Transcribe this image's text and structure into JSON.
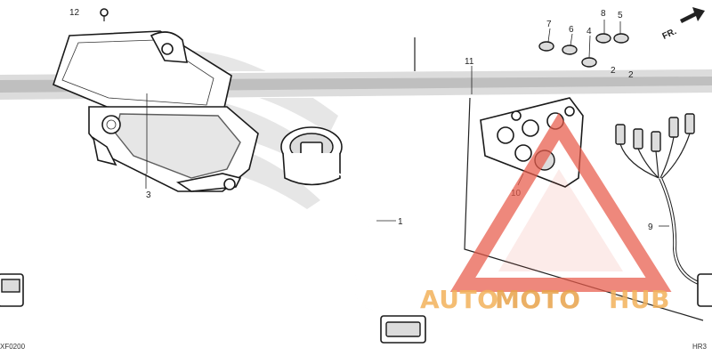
{
  "callouts": {
    "c1": "1",
    "c2a": "2",
    "c2b": "2",
    "c3": "3",
    "c4": "4",
    "c5": "5",
    "c6": "6",
    "c7": "7",
    "c8": "8",
    "c9": "9",
    "c10": "10",
    "c11": "11",
    "c12": "12"
  },
  "direction_label": "FR.",
  "diagram_codes": {
    "left": "XF0200",
    "right": "HR3"
  },
  "watermark": {
    "text_parts": [
      "AUTO",
      "MOTO",
      "HUB"
    ],
    "colors": {
      "auto": "#f2b25a",
      "moto": "#e8a24a",
      "hub": "#f2b25a",
      "triangle": "#e85a4a"
    }
  },
  "colors": {
    "ink": "#222222",
    "shade": "#cfcfcf"
  }
}
